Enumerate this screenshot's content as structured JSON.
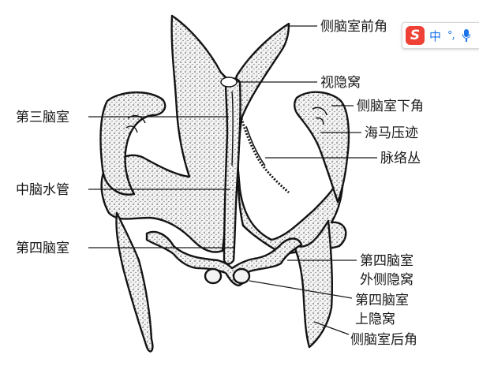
{
  "labels": {
    "lateral_anterior_horn": "侧脑室前角",
    "optic_recess": "视隐窝",
    "third_ventricle": "第三脑室",
    "lateral_inferior_horn": "侧脑室下角",
    "hippocampal_impression": "海马压迹",
    "choroid_plexus": "脉络丛",
    "cerebral_aqueduct": "中脑水管",
    "fourth_ventricle": "第四脑室",
    "fourth_lateral_recess_line1": "第四脑室",
    "fourth_lateral_recess_line2": "外侧隐窝",
    "fourth_superior_recess_line1": "第四脑室",
    "fourth_superior_recess_line2": "上隐窝",
    "lateral_posterior_horn": "侧脑室后角"
  },
  "ime": {
    "logo": "S",
    "mode": "中",
    "punct": "°,",
    "icon_logo": "sogou-logo-icon",
    "icon_mic": "microphone-icon"
  },
  "colors": {
    "ink": "#1a1a1a",
    "ime_red": "#ef4136",
    "ime_blue": "#1a73e8"
  }
}
